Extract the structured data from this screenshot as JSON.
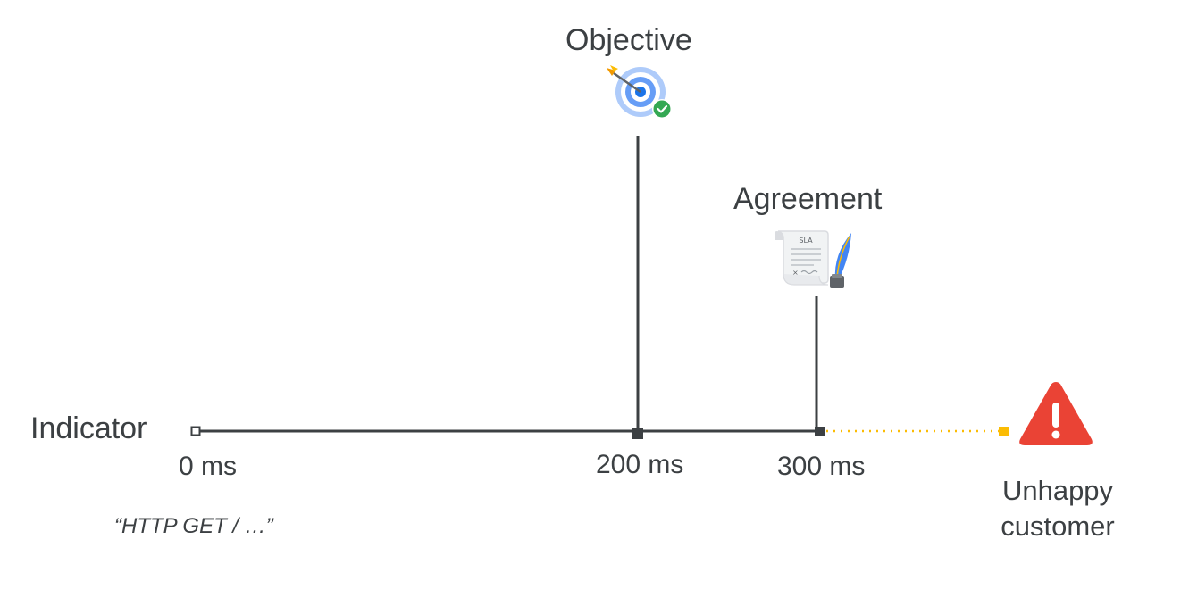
{
  "indicator": {
    "title": "Indicator",
    "start_tick": "0 ms",
    "query_example": "“HTTP GET / …”"
  },
  "objective": {
    "title": "Objective",
    "tick": "200 ms",
    "icon": "target-check-icon"
  },
  "agreement": {
    "title": "Agreement",
    "tick": "300 ms",
    "icon": "sla-document-quill-icon",
    "document_label": "SLA"
  },
  "outcome": {
    "line1": "Unhappy",
    "line2": "customer",
    "icon": "warning-triangle-icon"
  },
  "colors": {
    "line": "#3c4043",
    "warning": "#ea4335",
    "dotted": "#fbbc04",
    "target_blue": "#4285f4",
    "check_green": "#34a853"
  }
}
